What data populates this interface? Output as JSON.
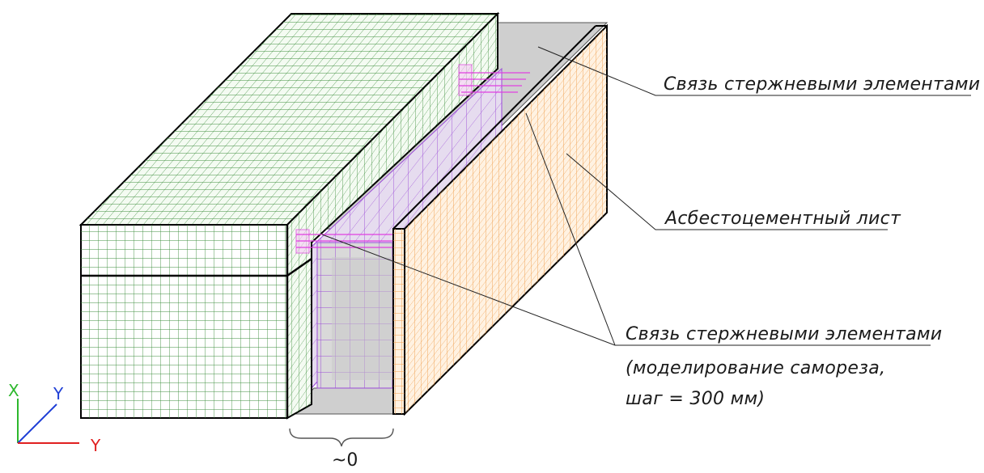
{
  "labels": {
    "link_top": "Связь стержневыми элементами",
    "asbestos_sheet": "Асбестоцементный лист",
    "link_screw_line1": "Связь стержневыми элементами",
    "link_screw_line2": "(моделирование самореза,",
    "link_screw_line3": "шаг = 300 мм)",
    "gap": "~0"
  },
  "axes": {
    "x_label": "X",
    "y_label_diag": "Y",
    "y_label_horiz": "Y",
    "colors": {
      "x": "#2db82d",
      "y_diag": "#1f3fd6",
      "y_horiz": "#e02020"
    }
  },
  "colors": {
    "green_mesh": "#3f8f3f",
    "green_face": "#ffffff",
    "orange_mesh": "#f0a050",
    "orange_face": "#fff2e2",
    "purple_mesh": "#9b4ad8",
    "magenta_links": "#e040e0",
    "gray_face": "#cfcfcf",
    "edge": "#000000"
  }
}
